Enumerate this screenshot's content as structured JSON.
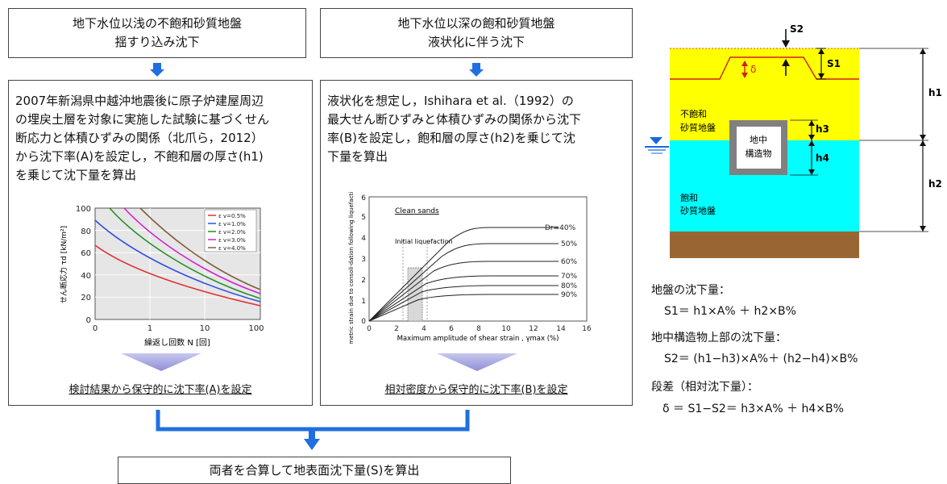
{
  "left": {
    "header_line1": "地下水位以浅の不飽和砂質地盤",
    "header_line2": "揺すり込み沈下",
    "body": "2007年新潟県中越沖地震後に原子炉建屋周辺\nの埋戻土層を対象に実施した試験に基づくせん\n断応力と体積ひずみの関係（北爪ら，2012）\nから沈下率(A)を設定し，不飽和層の厚さ(h1)\nを乗じて沈下量を算出",
    "conclusion": "検討結果から保守的に沈下率(A)を設定"
  },
  "middle": {
    "header_line1": "地下水位以深の飽和砂質地盤",
    "header_line2": "液状化に伴う沈下",
    "body": "液状化を想定し，Ishihara et al.（1992）の\n最大せん断ひずみと体積ひずみの関係から沈下\n率(B)を設定し，飽和層の厚さ(h2)を乗じて沈\n下量を算出",
    "conclusion": "相対密度から保守的に沈下率(B)を設定"
  },
  "bottom": {
    "label": "両者を合算して地表面沈下量(S)を算出"
  },
  "chart1": {
    "ylabel": "せん断応力 τd [kN/m²]",
    "xlabel": "繰返し回数 N [回]",
    "yticks": [
      "0",
      "20",
      "40",
      "60",
      "80",
      "100"
    ],
    "xticks": [
      "0",
      "1",
      "10",
      "100"
    ],
    "legend": [
      "ε v=0.5%",
      "ε v=1.0%",
      "ε v=2.0%",
      "ε v=3.0%",
      "ε v=4.0%"
    ]
  },
  "chart2": {
    "ylabel": "Volumetric strain due to consoli-dation following liquefaction, εv (%)",
    "xlabel": "Maximum amplitude of shear strain , γmax (%)",
    "yticks": [
      "0",
      "1",
      "2",
      "3",
      "4",
      "5",
      "6"
    ],
    "xticks": [
      "0",
      "2",
      "4",
      "6",
      "8",
      "10",
      "12",
      "14",
      "16"
    ],
    "annotation_clean": "Clean sands",
    "annotation_initial": "Initial liquefaction",
    "curve_labels": [
      "Dr=40%",
      "50%",
      "60%",
      "70%",
      "80%",
      "90%"
    ]
  },
  "section": {
    "s2": "S2",
    "s1": "S1",
    "delta": "δ",
    "h1": "h1",
    "h2": "h2",
    "h3": "h3",
    "h4": "h4",
    "unsat_line1": "不飽和",
    "unsat_line2": "砂質地盤",
    "sat_line1": "飽和",
    "sat_line2": "砂質地盤",
    "structure_line1": "地中",
    "structure_line2": "構造物"
  },
  "formulas": {
    "title1": "地盤の沈下量：",
    "eq1": "S1＝ h1×A% ＋ h2×B%",
    "title2": "地中構造物上部の沈下量：",
    "eq2": "S2＝ (h1−h3)×A%＋ (h2−h4)×B%",
    "title3": "段差（相対沈下量）：",
    "eq3": "δ ＝ S1−S2＝ h3×A% ＋ h4×B%"
  },
  "colors": {
    "arrow_blue": "#1f6fe0",
    "unsat_yellow": "#ffff00",
    "sat_cyan": "#00ffff",
    "base_brown": "#996633",
    "struct_gray": "#808080"
  }
}
